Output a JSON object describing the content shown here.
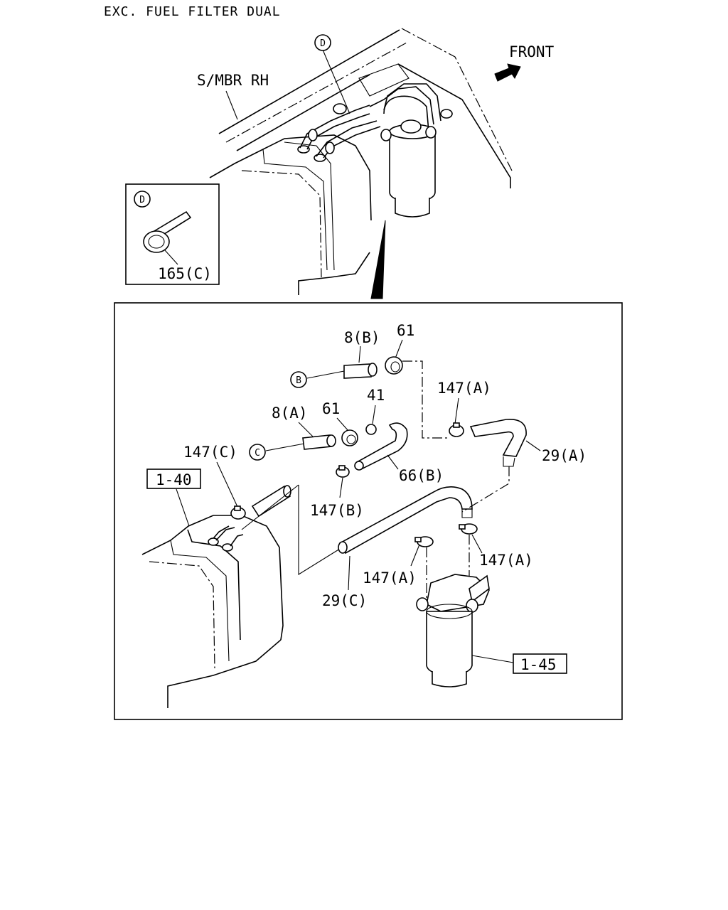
{
  "title": "EXC. FUEL FILTER DUAL",
  "overview": {
    "front_label": "FRONT",
    "member_label": "S/MBR RH",
    "callout_d": "D",
    "detail_d": {
      "circle_label": "D",
      "part_label": "165(C)"
    }
  },
  "main": {
    "boxed_refs": {
      "tank_ref": "1-40",
      "filter_ref": "1-45"
    },
    "circle_refs": {
      "b": "B",
      "c": "C"
    },
    "part_labels": {
      "p8b": "8(B)",
      "p61_top": "61",
      "p147a_top": "147(A)",
      "p29a": "29(A)",
      "p8a": "8(A)",
      "p61_mid": "61",
      "p41": "41",
      "p147c": "147(C)",
      "p66b": "66(B)",
      "p147b": "147(B)",
      "p147a_right": "147(A)",
      "p147a_left": "147(A)",
      "p29c": "29(C)"
    }
  },
  "colors": {
    "line": "#000000",
    "background": "#ffffff"
  }
}
